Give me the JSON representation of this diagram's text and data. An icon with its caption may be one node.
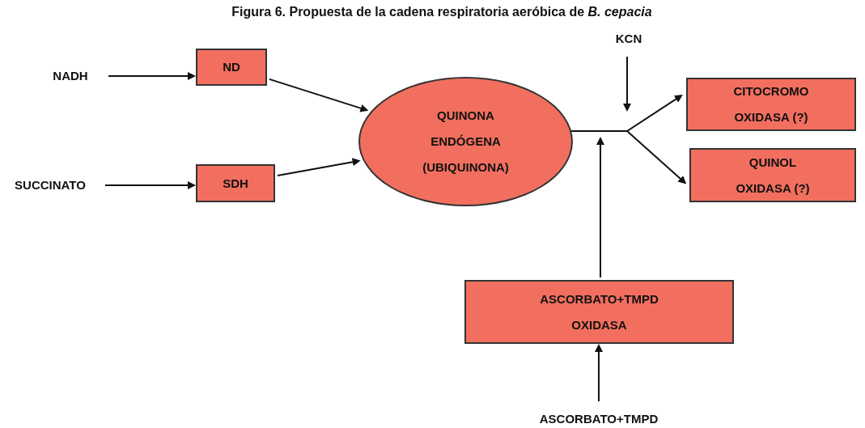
{
  "diagram": {
    "title": "Figura 6. Propuesta de la cadena respiratoria aeróbica de *B. cepacia*",
    "nodes": [
      {
        "text": [
          "NADH"
        ]
      },
      {
        "text": [
          "ND"
        ]
      },
      {
        "text": [
          "SUCCINATO"
        ]
      },
      {
        "text": [
          "SDH"
        ]
      },
      {
        "text": [
          "QUINONA ENDÓGENA (UBIQUINONA)"
        ]
      },
      {
        "text": [
          "KCN"
        ]
      },
      {
        "text": [
          "CITOCROMO OXIDASA (?)"
        ]
      },
      {
        "text": [
          "QUINOL OXIDASA (?)"
        ]
      },
      {
        "text": [
          "ASCORBATO+TMPD OXIDASA"
        ]
      },
      {
        "text": [
          "ASCORBATO+TMPD"
        ]
      }
    ],
    "edges": [
      {
        "from": 0,
        "to": 1,
        "arrow": "to"
      },
      {
        "from": 1,
        "to": 4,
        "arrow": "to"
      },
      {
        "from": 2,
        "to": 3,
        "arrow": "to"
      },
      {
        "from": 3,
        "to": 4,
        "arrow": "to"
      },
      {
        "from": 5,
        "to": null,
        "arrow": "to"
      },
      {
        "from": 4,
        "to": 6,
        "arrow": "to"
      },
      {
        "from": 4,
        "to": 7,
        "arrow": "to"
      },
      {
        "from": 8,
        "to": null,
        "arrow": "to"
      },
      {
        "from": 9,
        "to": 8,
        "arrow": "to"
      }
    ]
  }
}
